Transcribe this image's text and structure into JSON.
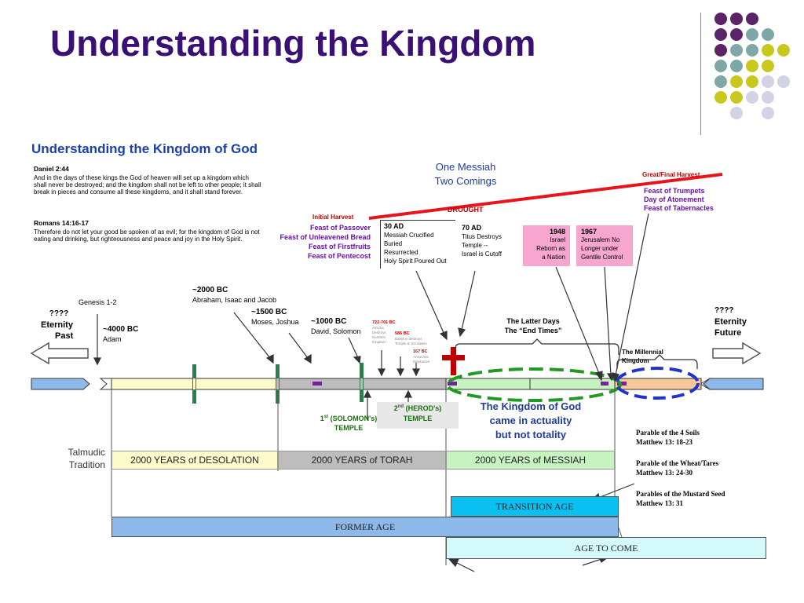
{
  "slide": {
    "title": "Understanding the Kingdom"
  },
  "diagram": {
    "title": "Understanding the Kingdom of God",
    "daniel": {
      "ref": "Daniel 2:44",
      "text": "And in the days of these kings the God of heaven will set up a kingdom which shall never be destroyed; and the kingdom shall not be left to other people; it shall break in pieces and consume all these kingdoms, and it shall stand forever."
    },
    "romans": {
      "ref": "Romans 14:16-17",
      "text": "Therefore do not let your good be spoken of as evil; for the kingdom of God is not eating and drinking, but righteousness and peace and joy in the Holy Spirit."
    },
    "messiah": {
      "line1": "One Messiah",
      "line2": "Two Comings"
    },
    "harvest": {
      "initial": "Initial Harvest",
      "final": "Great/Final Harvest",
      "drought": "DROUGHT"
    },
    "feasts_spring": [
      "Feast of Passover",
      "Feast of Unleavened Bread",
      "Feast of Firstfruits",
      "Feast of Pentecost"
    ],
    "feasts_fall": [
      "Feast of Trumpets",
      "Day of Atonement",
      "Feast of Tabernacles"
    ],
    "events": {
      "ad30": {
        "year": "30 AD",
        "lines": [
          "Messiah Crucified",
          "Buried",
          "Resurrected",
          "Holy Spirit Poured Out"
        ]
      },
      "ad70": {
        "year": "70 AD",
        "lines": [
          "Titus Destroys",
          "Temple --",
          "Israel is Cutoff"
        ]
      },
      "y1948": {
        "year": "1948",
        "lines": [
          "Israel",
          "Reborn as",
          "a Nation"
        ]
      },
      "y1967": {
        "year": "1967",
        "lines": [
          "Jerusalem No",
          "Longer under",
          "Gentile Control"
        ]
      }
    },
    "left_end": {
      "q": "????",
      "l1": "Eternity",
      "l2": "Past"
    },
    "right_end": {
      "q": "????",
      "l1": "Eternity",
      "l2": "Future"
    },
    "genesis": "Genesis 1-2",
    "bc4000": {
      "year": "~4000 BC",
      "name": "Adam"
    },
    "bc2000": {
      "year": "~2000 BC",
      "name": "Abraham, Isaac and Jacob"
    },
    "bc1500": {
      "year": "~1500 BC",
      "name": "Moses, Joshua"
    },
    "bc1000": {
      "year": "~1000 BC",
      "name": "David, Solomon"
    },
    "small_events": [
      {
        "year": "722-701 BC",
        "lines": [
          "Assyria",
          "Destroys",
          "Northern",
          "Kingdom"
        ]
      },
      {
        "year": "586 BC",
        "lines": [
          "Babylon destroys",
          "Temple & Jerusalem"
        ]
      },
      {
        "year": "167 BC",
        "lines": [
          "Antiochus",
          "Epiphanes"
        ]
      }
    ],
    "latter_days": {
      "l1": "The Latter Days",
      "l2": "The “End Times”"
    },
    "millennial": {
      "l1": "The Millennial",
      "l2": "Kingdom"
    },
    "temple1": {
      "ord": "1",
      "sup": "st",
      "rest": " (SOLOMON's)",
      "l2": "TEMPLE"
    },
    "temple2": {
      "ord": "2",
      "sup": "nd",
      "rest": " (HEROD's)",
      "l2": "TEMPLE"
    },
    "kingdom_actuality": {
      "l1": "The Kingdom of God",
      "l2": "came in actuality",
      "l3": "but not totality"
    },
    "talmudic": {
      "l1": "Talmudic",
      "l2": "Tradition"
    },
    "years": [
      "2000 YEARS of DESOLATION",
      "2000 YEARS of TORAH",
      "2000 YEARS of MESSIAH"
    ],
    "ages": {
      "transition": "TRANSITION AGE",
      "former": "FORMER AGE",
      "to_come": "AGE TO COME"
    },
    "parables": [
      {
        "title": "Parable of the 4 Soils",
        "ref": "Matthew 13: 18-23"
      },
      {
        "title": "Parable of the Wheat/Tares",
        "ref": "Matthew 13: 24-30"
      },
      {
        "title": "Parables of the Mustard Seed",
        "ref": "Matthew 13: 31"
      }
    ]
  },
  "colors": {
    "title": "#3a1074",
    "dot_purple": "#5b2466",
    "dot_teal": "#7fa7a7",
    "dot_yellow": "#c8c81e",
    "dot_lavender": "#d3d3e6",
    "cross": "#c00000",
    "green_ellipse": "#229922",
    "blue_ellipse": "#2233cc"
  }
}
